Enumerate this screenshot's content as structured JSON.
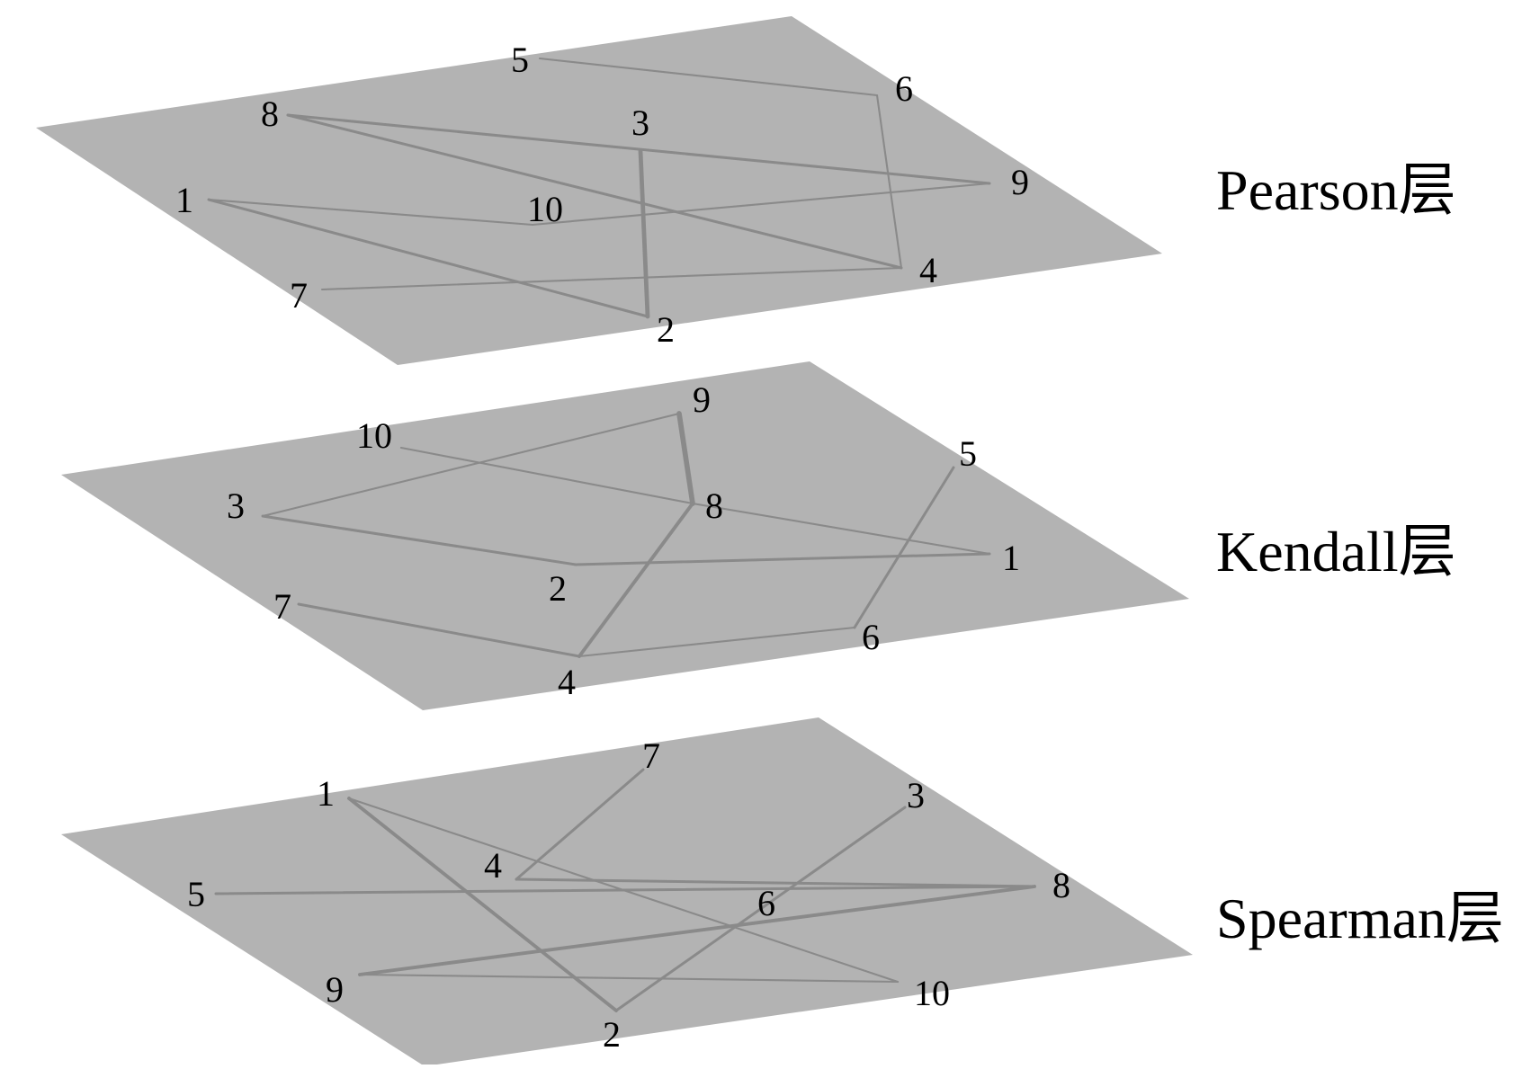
{
  "colors": {
    "plane_fill": "#b3b3b3",
    "edge_color": "#8a8a8a",
    "text_color": "#000000"
  },
  "layers": [
    {
      "label": "Pearson层",
      "nodes": [
        "1",
        "2",
        "3",
        "4",
        "5",
        "6",
        "7",
        "8",
        "9",
        "10"
      ],
      "edges": [
        {
          "from": "8",
          "to": "9",
          "weight": 2
        },
        {
          "from": "8",
          "to": "4",
          "weight": 2
        },
        {
          "from": "1",
          "to": "2",
          "weight": 2
        },
        {
          "from": "3",
          "to": "2",
          "weight": 4
        },
        {
          "from": "1",
          "to": "10",
          "weight": 1
        },
        {
          "from": "6",
          "to": "4",
          "weight": 1
        },
        {
          "from": "5",
          "to": "6",
          "weight": 1
        },
        {
          "from": "7",
          "to": "4",
          "weight": 1
        },
        {
          "from": "10",
          "to": "9",
          "weight": 1
        }
      ]
    },
    {
      "label": "Kendall层",
      "nodes": [
        "1",
        "2",
        "3",
        "4",
        "5",
        "6",
        "7",
        "8",
        "9",
        "10"
      ],
      "edges": [
        {
          "from": "9",
          "to": "8",
          "weight": 5
        },
        {
          "from": "8",
          "to": "4",
          "weight": 3
        },
        {
          "from": "10",
          "to": "8",
          "weight": 1
        },
        {
          "from": "8",
          "to": "1",
          "weight": 1
        },
        {
          "from": "3",
          "to": "9",
          "weight": 1
        },
        {
          "from": "3",
          "to": "2",
          "weight": 2
        },
        {
          "from": "2",
          "to": "1",
          "weight": 2
        },
        {
          "from": "5",
          "to": "6",
          "weight": 2
        },
        {
          "from": "7",
          "to": "4",
          "weight": 2
        },
        {
          "from": "4",
          "to": "6",
          "weight": 1
        }
      ]
    },
    {
      "label": "Spearman层",
      "nodes": [
        "1",
        "2",
        "3",
        "4",
        "5",
        "6",
        "7",
        "8",
        "9",
        "10"
      ],
      "edges": [
        {
          "from": "1",
          "to": "2",
          "weight": 3
        },
        {
          "from": "1",
          "to": "10",
          "weight": 1
        },
        {
          "from": "4",
          "to": "7",
          "weight": 2
        },
        {
          "from": "4",
          "to": "8",
          "weight": 2
        },
        {
          "from": "5",
          "to": "8",
          "weight": 2
        },
        {
          "from": "9",
          "to": "8",
          "weight": 3
        },
        {
          "from": "2",
          "to": "3",
          "weight": 2
        },
        {
          "from": "9",
          "to": "10",
          "weight": 1
        }
      ]
    }
  ]
}
